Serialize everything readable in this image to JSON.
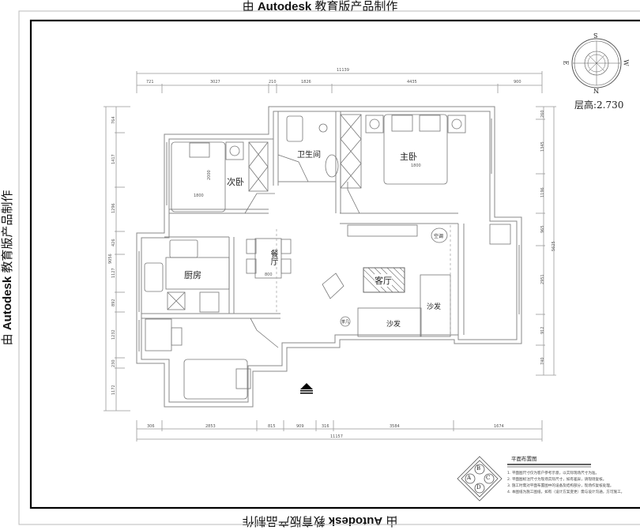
{
  "watermark": {
    "prefix": "由",
    "brand": "Autodesk",
    "suffix": "教育版产品制作"
  },
  "compass": {
    "north": "N",
    "south": "S",
    "east": "E",
    "west": "W"
  },
  "floor_height_label": "层高:2.730",
  "rooms": {
    "second_bedroom": "次卧",
    "bathroom": "卫生间",
    "master_bedroom": "主卧",
    "kitchen": "厨房",
    "dining_room": "餐厅",
    "living_room": "客厅",
    "sofa_1": "沙发",
    "sofa_2": "沙发",
    "air_conditioner": "空调",
    "tea_table": "茶几"
  },
  "dimensions": {
    "top_total": "11139",
    "top_segments": [
      "721",
      "3027",
      "210",
      "1826",
      "4435",
      "900"
    ],
    "bottom_total": "11157",
    "bottom_segments": [
      "306",
      "2853",
      "815",
      "909",
      "316",
      "3584",
      "1674"
    ],
    "left_total": "9056",
    "left_segments": [
      "764",
      "1417",
      "1296",
      "426",
      "1127",
      "892",
      "1232",
      "230",
      "1172"
    ],
    "right_total": "5625",
    "right_segments": [
      "260",
      "1345",
      "1196",
      "965",
      "2951",
      "912",
      "740"
    ],
    "bed_second_width": "1800",
    "bed_second_length": "2000",
    "bed_master_width": "1800",
    "dining_table": "800"
  },
  "legend": {
    "title": "平面布置图",
    "letters": [
      "A",
      "B",
      "C",
      "D"
    ],
    "notes": [
      "1. 平面图尺寸仅为客户参考示意，以实际现场尺寸为准。",
      "2. 平面图标注尺寸为现场实际尺寸，如有差异，请现场复核。",
      "3. 施工时需对平面布置图中的设备及结构部分，现场作复核处理。",
      "4. 本图纸为施工图纸，如有（设计方案变更）需与设计沟通，方可施工。"
    ]
  }
}
